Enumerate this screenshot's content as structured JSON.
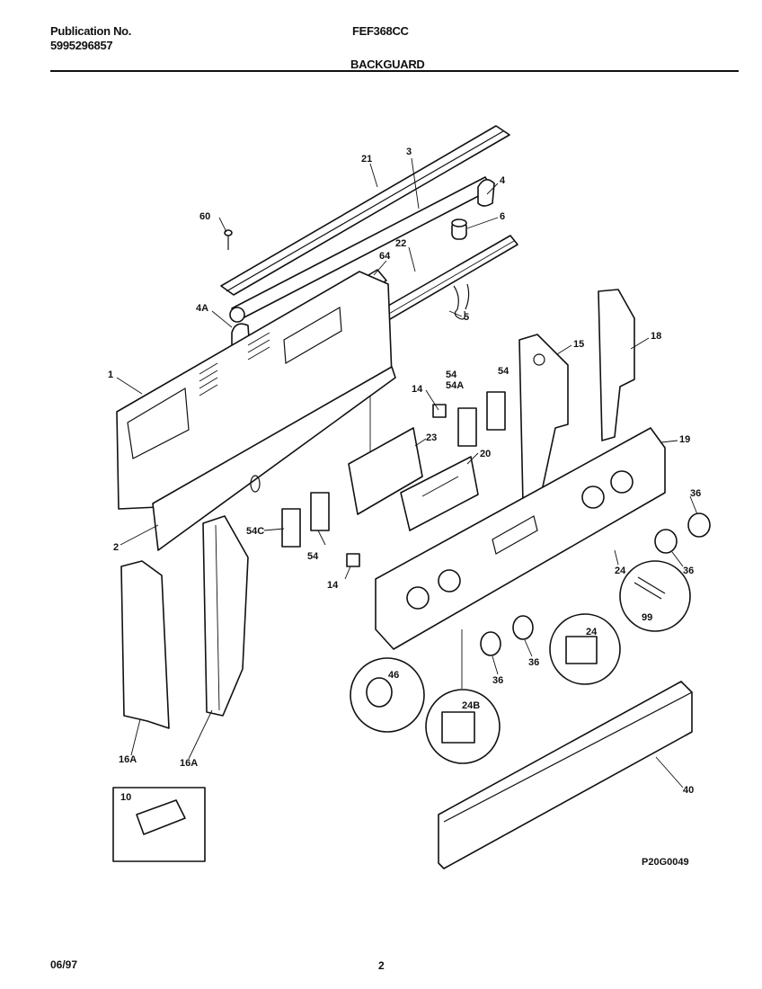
{
  "header": {
    "publication_label": "Publication No.",
    "publication_number": "5995296857",
    "model": "FEF368CC",
    "section": "BACKGUARD"
  },
  "footer": {
    "date": "06/97",
    "page": "2"
  },
  "diagram": {
    "figure_code": "P20G0049",
    "callouts": [
      "21",
      "3",
      "4",
      "60",
      "6",
      "64",
      "22",
      "4A",
      "5",
      "1",
      "18",
      "15",
      "54",
      "54",
      "54A",
      "14",
      "23",
      "19",
      "20",
      "36",
      "2",
      "54C",
      "54",
      "14",
      "24",
      "36",
      "99",
      "24",
      "46",
      "36",
      "36",
      "24B",
      "16A",
      "16A",
      "40",
      "10"
    ]
  }
}
